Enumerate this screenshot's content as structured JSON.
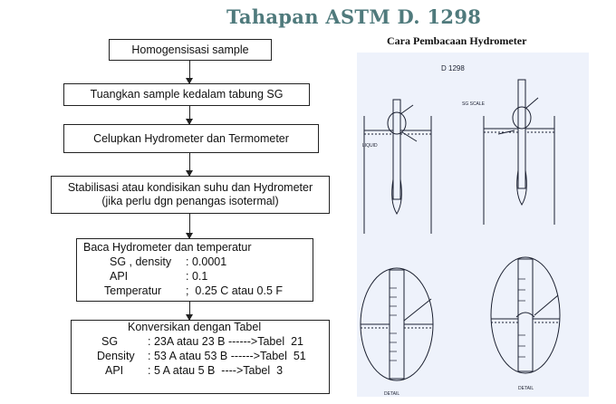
{
  "title": "Tahapan ASTM D. 1298",
  "subtitle": "Cara Pembacaan Hydrometer",
  "steps": {
    "s1": "Homogensisasi sample",
    "s2": "Tuangkan sample kedalam tabung SG",
    "s3": "Celupkan Hydrometer dan Termometer",
    "s4_line1": "Stabilisasi atau kondisikan suhu dan Hydrometer",
    "s4_line2": "(jika perlu dgn penangas isotermal)",
    "s5": {
      "heading": "Baca Hydrometer dan temperatur",
      "rows": [
        {
          "label": "SG , density",
          "value": ": 0.0001"
        },
        {
          "label": "API",
          "value": ": 0.1"
        },
        {
          "label": "Temperatur",
          "value": ";  0.25 C atau 0.5 F"
        }
      ]
    },
    "s6": {
      "heading": "Konversikan dengan Tabel",
      "rows": [
        {
          "label": "SG",
          "value": ": 23A atau 23 B ------>Tabel  21"
        },
        {
          "label": "Density",
          "value": ": 53 A atau 53 B ------>Tabel  51"
        },
        {
          "label": "API",
          "value": ": 5 A atau 5 B  ---->Tabel  3"
        }
      ]
    }
  },
  "figure": {
    "header": "D 1298",
    "labels": {
      "sg_scale": "SG SCALE",
      "liquid": "LIQUID",
      "detail": "DETAIL"
    }
  }
}
